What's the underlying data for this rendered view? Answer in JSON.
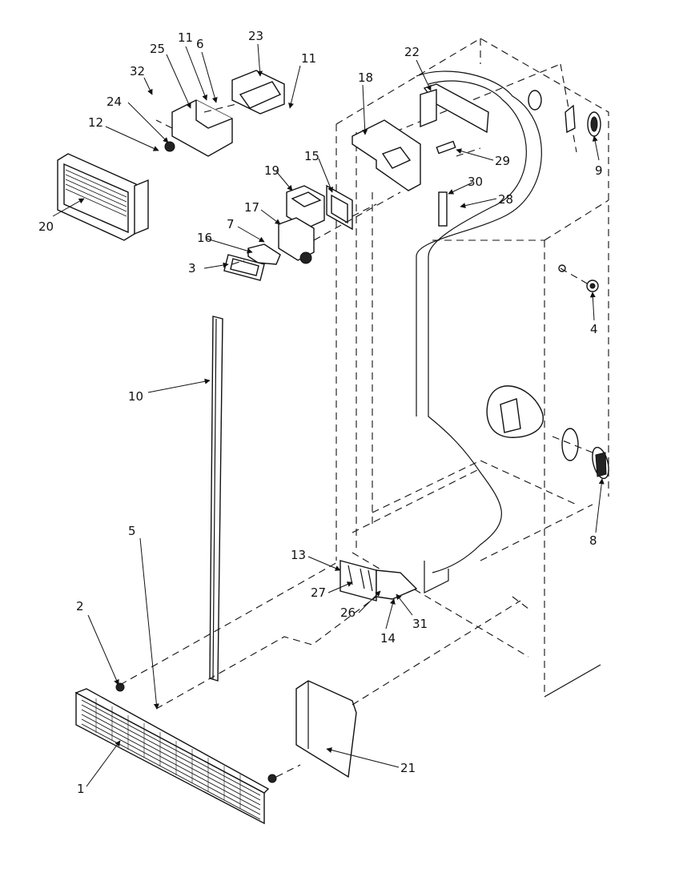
{
  "diagram": {
    "labels": [
      "1",
      "2",
      "3",
      "4",
      "5",
      "6",
      "7",
      "8",
      "9",
      "10",
      "11",
      "11",
      "12",
      "13",
      "14",
      "15",
      "16",
      "17",
      "18",
      "19",
      "20",
      "21",
      "22",
      "23",
      "24",
      "25",
      "26",
      "27",
      "28",
      "29",
      "30",
      "31",
      "32"
    ]
  }
}
